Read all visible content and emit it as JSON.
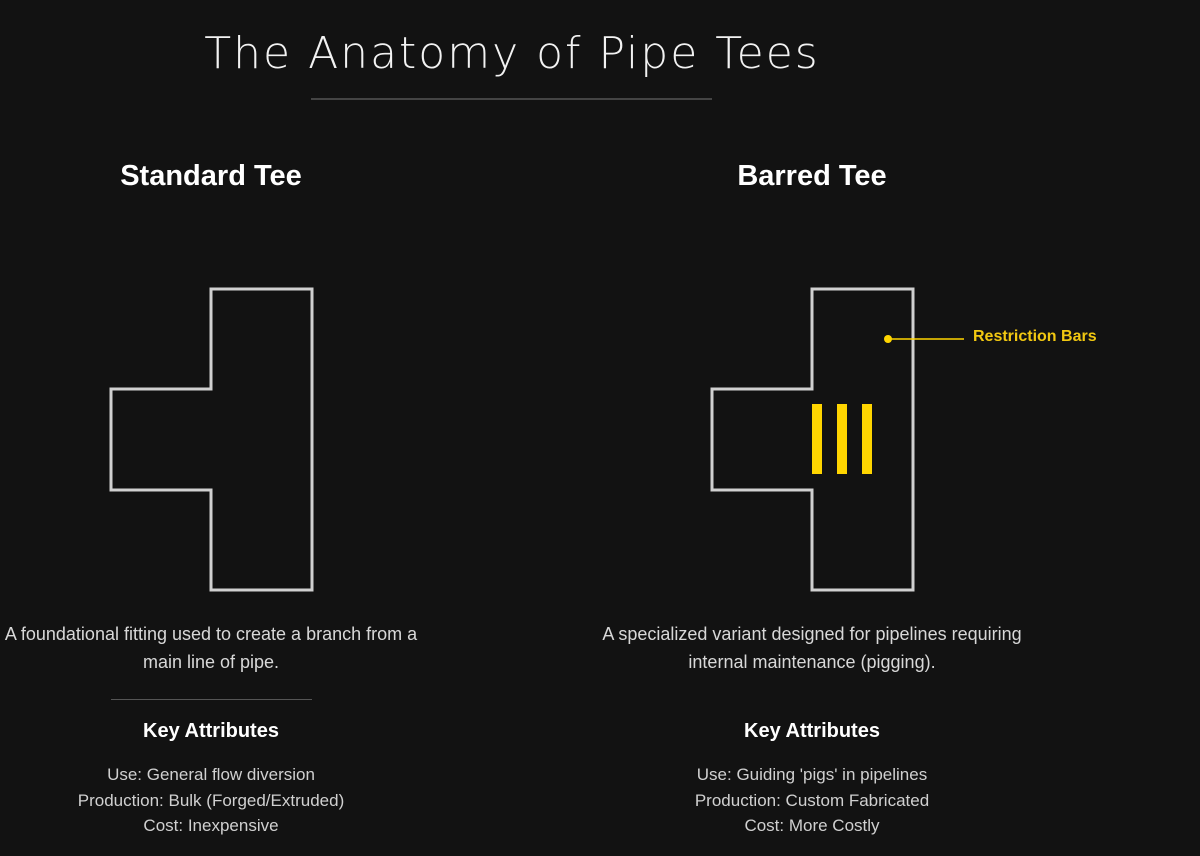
{
  "title": "The Anatomy of Pipe Tees",
  "colors": {
    "background": "#121212",
    "outline": "#d0d0d0",
    "accent": "#FFD500",
    "divider": "#444444"
  },
  "standard": {
    "heading": "Standard Tee",
    "description": "A foundational fitting used to create a branch from a main line of pipe.",
    "attributes_title": "Key Attributes",
    "attributes": [
      "Use: General flow diversion",
      "Production: Bulk (Forged/Extruded)",
      "Cost: Inexpensive"
    ]
  },
  "barred": {
    "heading": "Barred Tee",
    "description": "A specialized variant designed for pipelines requiring internal maintenance (pigging).",
    "attributes_title": "Key Attributes",
    "attributes": [
      "Use: Guiding 'pigs' in pipelines",
      "Production: Custom Fabricated",
      "Cost: More Costly"
    ],
    "callout_label": "Restriction Bars",
    "bar_count": 3
  }
}
